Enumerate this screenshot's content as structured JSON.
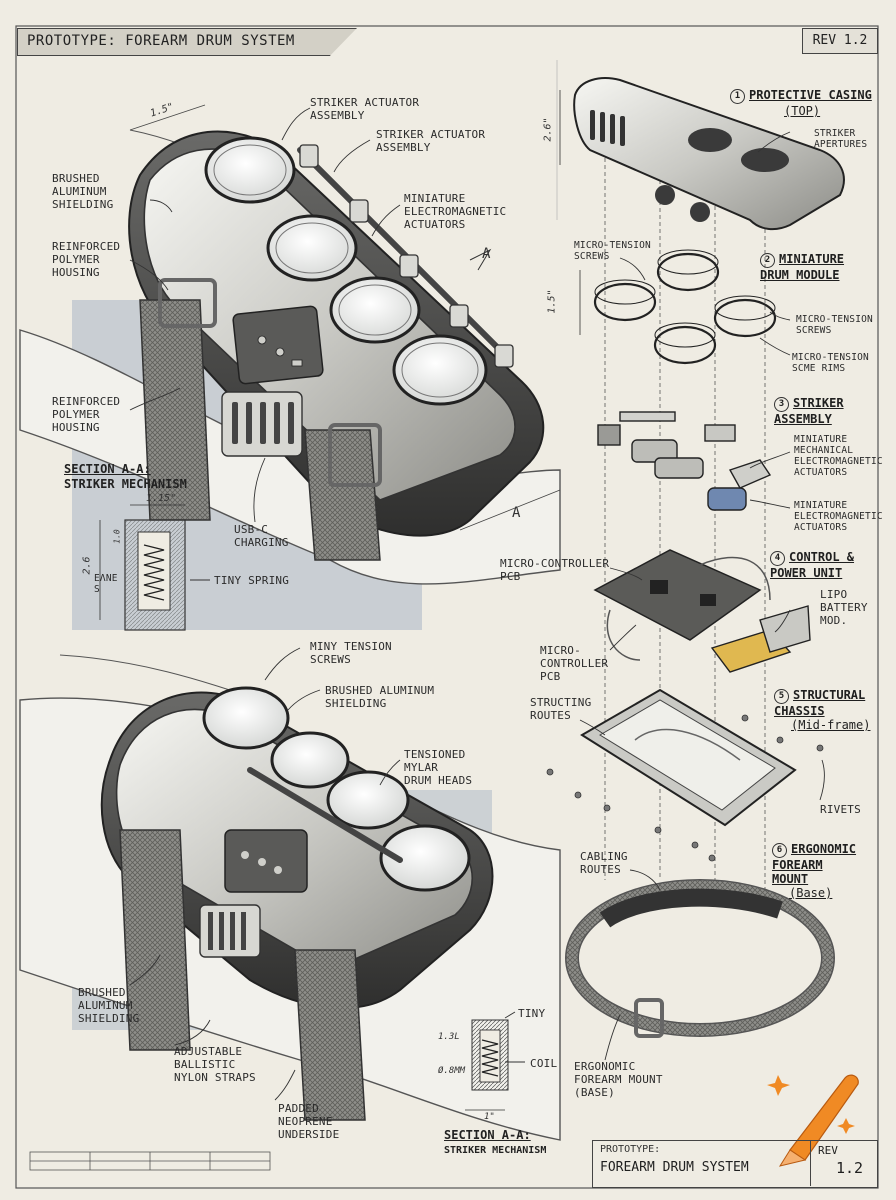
{
  "header": {
    "title": "PROTOTYPE: FOREARM DRUM SYSTEM",
    "rev": "REV 1.2"
  },
  "title_block": {
    "label": "PROTOTYPE:",
    "name": "FOREARM DRUM SYSTEM",
    "rev_label": "REV",
    "rev_value": "1.2"
  },
  "upper_view": {
    "striker_actuator": "STRIKER ACTUATOR\nASSEMBLY",
    "striker_actuator_2": "STRIKER ACTUATOR\nASSEMBLY",
    "brushed_aluminum": "BRUSHED\nALUMINUM\nSHIELDING",
    "reinforced_polymer_1": "REINFORCED\nPOLYMER\nHOUSING",
    "electromagnetic": "MINIATURE\nELECTROMAGNETIC\nACTUATORS",
    "reinforced_polymer_2": "REINFORCED\nPOLYMER\nHOUSING",
    "usb_c": "USB-C\nCHARGING",
    "dim_top": "1.5\"",
    "section_marker": "A",
    "section_marker_2": "A"
  },
  "section_upper": {
    "title": "SECTION A-A:",
    "subtitle": "STRIKER MECHANISM",
    "tiny_spring": "TINY SPRING",
    "dim_width": "1.15\"",
    "dim_height": "2.6",
    "dim_small": "1.0",
    "dim_label": "ΕΛΝΕ\nS"
  },
  "lower_view": {
    "tension_screws": "MINY TENSION\nSCREWS",
    "brushed_aluminum": "BRUSHED ALUMINUM\nSHIELDING",
    "mylar": "TENSIONED\nMYLAR\nDRUM HEADS",
    "brushed_aluminum_2": "BRUSHED\nALUMINUM\nSHIELDING",
    "straps": "ADJUSTABLE\nBALLISTIC\nNYLON STRAPS",
    "neoprene": "PADDED\nNEOPRENE\nUNDERSIDE"
  },
  "section_lower": {
    "title": "SECTION A-A:",
    "subtitle": "STRIKER MECHANISM",
    "tiny": "TINY",
    "coil": "COIL",
    "dim_a": "1.3L",
    "dim_b": "Ø.8MM",
    "dim_c": "1\""
  },
  "exploded": {
    "casing": {
      "num": "1",
      "title": "PROTECTIVE CASING",
      "sub": "(TOP)",
      "note": "STRIKER\nAPERTURES",
      "dim": "2.6\""
    },
    "drum_module": {
      "num": "2",
      "title": "MINIATURE\nDRUM MODULE",
      "note_1": "MICRO-TENSION\nSCREWS",
      "note_2": "MICRO-TENSION\nSCREWS",
      "note_3": "MICRO-TENSION\nSCME RIMS",
      "dim": "1.5\""
    },
    "striker": {
      "num": "3",
      "title": "STRIKER\nASSEMBLY",
      "note_1": "MINIATURE\nMECHANICAL\nELECTROMAGNETIC\nACTUATORS",
      "note_2": "MINIATURE\nELECTROMAGNETIC\nACTUATORS"
    },
    "control": {
      "num": "4",
      "title": "CONTROL &\nPOWER UNIT",
      "note_1": "MICRO-CONTROLLER\nPCB",
      "note_2": "MICRO-\nCONTROLLER\nPCB",
      "battery": "LIPO\nBATTERY\nMOD."
    },
    "chassis": {
      "num": "5",
      "title": "STRUCTURAL\nCHASSIS",
      "sub": "(Mid-frame)",
      "routes": "STRUCTING\nROUTES",
      "rivets": "RIVETS",
      "cabling": "CABLING\nROUTES"
    },
    "mount": {
      "num": "6",
      "title": "ERGONOMIC\nFOREARM\nMOUNT",
      "sub": "(Base)",
      "note": "ERGONOMIC\nFOREARM MOUNT\n(BASE)"
    }
  },
  "colors": {
    "paper": "#efece3",
    "ink": "#2a2a2a",
    "accent_blue": "#aab6c6",
    "battery_yellow": "#e0b850",
    "star_orange": "#f08a24"
  }
}
